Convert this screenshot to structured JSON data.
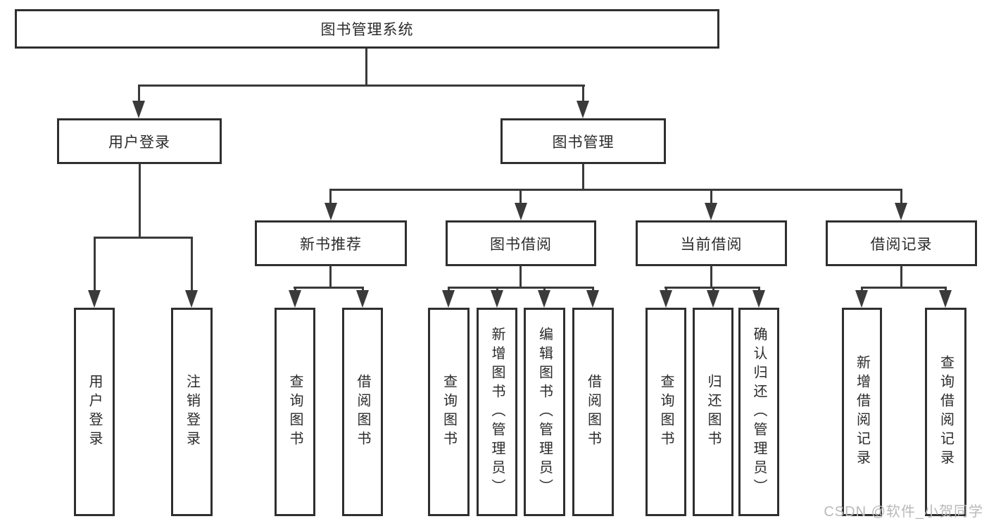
{
  "colors": {
    "line": "#3a3a3a",
    "box_border": "#2f2f2f",
    "text": "#2b2b2b",
    "watermark_text": "#b9b9b9",
    "background": "#ffffff"
  },
  "root": {
    "label": "图书管理系统"
  },
  "level2": [
    {
      "label": "用户登录"
    },
    {
      "label": "图书管理"
    }
  ],
  "level3": [
    {
      "label": "新书推荐"
    },
    {
      "label": "图书借阅"
    },
    {
      "label": "当前借阅"
    },
    {
      "label": "借阅记录"
    }
  ],
  "leaves": [
    {
      "label": "用户登录"
    },
    {
      "label": "注销登录"
    },
    {
      "label": "查询图书"
    },
    {
      "label": "借阅图书"
    },
    {
      "label": "查询图书"
    },
    {
      "label": "新增图书（管理员）"
    },
    {
      "label": "编辑图书（管理员）"
    },
    {
      "label": "借阅图书"
    },
    {
      "label": "查询图书"
    },
    {
      "label": "归还图书"
    },
    {
      "label": "确认归还（管理员）"
    },
    {
      "label": "新增借阅记录"
    },
    {
      "label": "查询借阅记录"
    }
  ],
  "watermark": {
    "label": "CSDN @软件_小贺同学"
  }
}
